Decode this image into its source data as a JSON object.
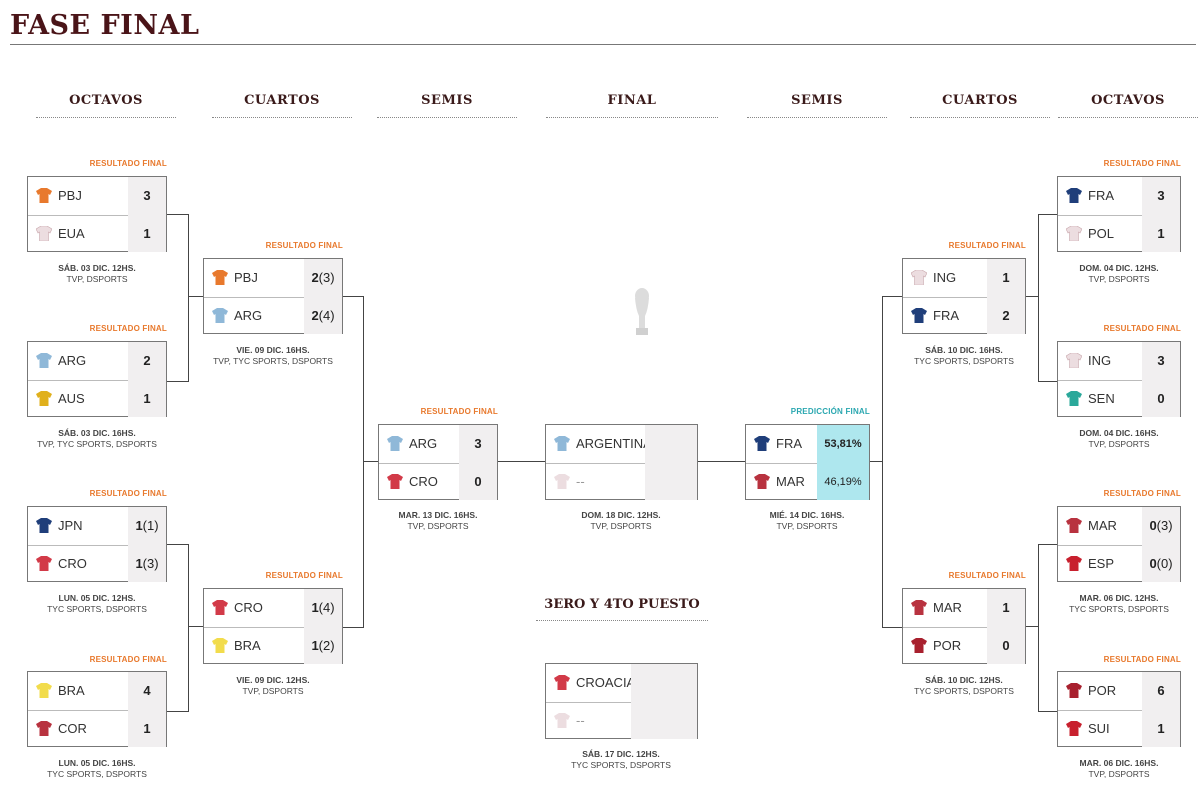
{
  "title": "FASE FINAL",
  "headers": [
    "OCTAVOS",
    "CUARTOS",
    "SEMIS",
    "FINAL",
    "SEMIS",
    "CUARTOS",
    "OCTAVOS"
  ],
  "status_final": "RESULTADO FINAL",
  "status_pred": "PREDICCIÓN FINAL",
  "third_place_title": "3ERO Y 4TO PUESTO",
  "colors": {
    "title": "#4a1418",
    "status_final": "#e8792d",
    "status_pred": "#2aa7b0",
    "prediction_bg": "#aee7ee",
    "score_bg": "#f1eff0"
  },
  "matches": {
    "o1": {
      "t1": "PBJ",
      "s1": "3",
      "t2": "EUA",
      "s2": "1",
      "date": "SÁB. 03 DIC. 12HS.",
      "tv": "TVP, DSPORTS"
    },
    "o2": {
      "t1": "ARG",
      "s1": "2",
      "t2": "AUS",
      "s2": "1",
      "date": "SÁB. 03 DIC. 16HS.",
      "tv": "TVP, TYC SPORTS, DSPORTS"
    },
    "o3": {
      "t1": "JPN",
      "s1": "1",
      "p1": "(1)",
      "t2": "CRO",
      "s2": "1",
      "p2": "(3)",
      "date": "LUN. 05 DIC. 12HS.",
      "tv": "TYC SPORTS, DSPORTS"
    },
    "o4": {
      "t1": "BRA",
      "s1": "4",
      "t2": "COR",
      "s2": "1",
      "date": "LUN. 05 DIC. 16HS.",
      "tv": "TYC SPORTS, DSPORTS"
    },
    "c1": {
      "t1": "PBJ",
      "s1": "2",
      "p1": "(3)",
      "t2": "ARG",
      "s2": "2",
      "p2": "(4)",
      "date": "VIE. 09 DIC. 16HS.",
      "tv": "TVP, TYC SPORTS, DSPORTS"
    },
    "c2": {
      "t1": "CRO",
      "s1": "1",
      "p1": "(4)",
      "t2": "BRA",
      "s2": "1",
      "p2": "(2)",
      "date": "VIE. 09 DIC. 12HS.",
      "tv": "TVP, DSPORTS"
    },
    "s1": {
      "t1": "ARG",
      "s1": "3",
      "t2": "CRO",
      "s2": "0",
      "date": "MAR. 13 DIC. 16HS.",
      "tv": "TVP, DSPORTS"
    },
    "f": {
      "t1": "ARGENTINA",
      "s1": "",
      "t2": "--",
      "s2": "",
      "date": "DOM. 18 DIC. 12HS.",
      "tv": "TVP, DSPORTS"
    },
    "s2": {
      "t1": "FRA",
      "s1": "53,81%",
      "t2": "MAR",
      "s2": "46,19%",
      "date": "MIÉ. 14 DIC. 16HS.",
      "tv": "TVP, DSPORTS"
    },
    "c3": {
      "t1": "ING",
      "s1": "1",
      "t2": "FRA",
      "s2": "2",
      "date": "SÁB. 10 DIC. 16HS.",
      "tv": "TYC SPORTS, DSPORTS"
    },
    "c4": {
      "t1": "MAR",
      "s1": "1",
      "t2": "POR",
      "s2": "0",
      "date": "SÁB. 10 DIC. 12HS.",
      "tv": "TYC SPORTS, DSPORTS"
    },
    "o5": {
      "t1": "FRA",
      "s1": "3",
      "t2": "POL",
      "s2": "1",
      "date": "DOM. 04 DIC. 12HS.",
      "tv": "TVP, DSPORTS"
    },
    "o6": {
      "t1": "ING",
      "s1": "3",
      "t2": "SEN",
      "s2": "0",
      "date": "DOM. 04 DIC. 16HS.",
      "tv": "TVP, DSPORTS"
    },
    "o7": {
      "t1": "MAR",
      "s1": "0",
      "p1": "(3)",
      "t2": "ESP",
      "s2": "0",
      "p2": "(0)",
      "date": "MAR. 06 DIC. 12HS.",
      "tv": "TYC SPORTS, DSPORTS"
    },
    "o8": {
      "t1": "POR",
      "s1": "6",
      "t2": "SUI",
      "s2": "1",
      "date": "MAR. 06 DIC. 16HS.",
      "tv": "TVP, DSPORTS"
    },
    "third": {
      "t1": "CROACIA",
      "s1": "",
      "t2": "--",
      "s2": "",
      "date": "SÁB. 17 DIC. 12HS.",
      "tv": "TYC SPORTS, DSPORTS"
    }
  }
}
